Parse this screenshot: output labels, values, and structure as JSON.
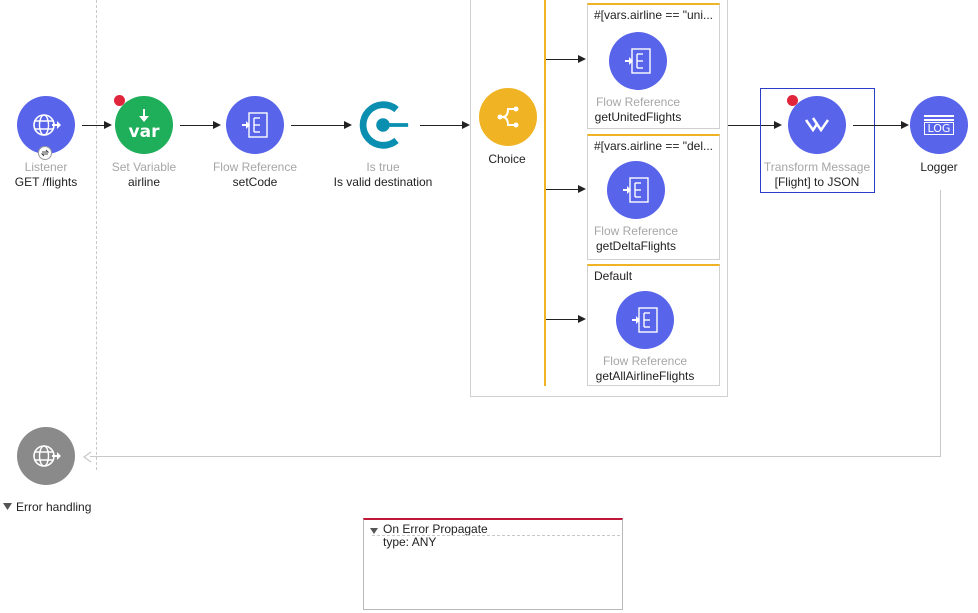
{
  "flow": {
    "listener": {
      "type": "Listener",
      "name": "GET /flights",
      "icon": "globe-icon"
    },
    "set_variable": {
      "type": "Set Variable",
      "name": "airline",
      "icon_text": "var",
      "icon": "var-icon"
    },
    "flow_ref_setcode": {
      "type": "Flow Reference",
      "name": "setCode",
      "icon": "flow-reference-icon"
    },
    "is_true": {
      "type": "Is true",
      "name": "Is valid destination",
      "icon": "validation-icon"
    },
    "choice": {
      "name": "Choice",
      "icon": "choice-icon"
    },
    "transform": {
      "type": "Transform Message",
      "name": "[Flight] to JSON",
      "icon": "dataweave-icon"
    },
    "logger": {
      "name": "Logger",
      "icon_text": "LOG",
      "icon": "log-icon"
    }
  },
  "routes": [
    {
      "condition": "#[vars.airline == \"uni...",
      "type": "Flow Reference",
      "name": "getUnitedFlights"
    },
    {
      "condition": "#[vars.airline == \"del...",
      "type": "Flow Reference",
      "name": "getDeltaFlights"
    },
    {
      "condition": "Default",
      "type": "Flow Reference",
      "name": "getAllAirlineFlights"
    }
  ],
  "error_section": {
    "label": "Error handling",
    "handler_title": "On Error Propagate",
    "handler_type": "type: ANY"
  },
  "colors": {
    "connector_blue": "#5864ea",
    "variable_green": "#1fae5a",
    "choice_orange": "#f0b323",
    "response_gray": "#8a8a8a",
    "error_red": "#e0243b",
    "handler_red": "#c0163a",
    "selection_border": "#2b3cc9"
  }
}
